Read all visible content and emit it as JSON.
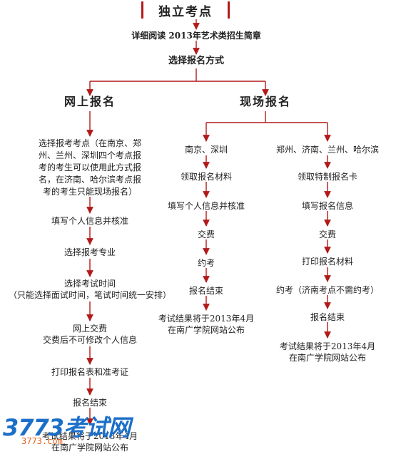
{
  "title": "独立考点",
  "steps_top": {
    "read": "详细阅读 2013年艺术类招生简章",
    "choose_method": "选择报名方式"
  },
  "online": {
    "heading": "网上报名",
    "step1": [
      "选择报考考点（在南京、郑",
      "州、兰州、深圳四个考点报",
      "考的考生可以使用此方式报",
      "名，在济南、哈尔滨考点报",
      "考的考生只能现场报名）"
    ],
    "step2": "填写个人信息并核准",
    "step3": "选择报考专业",
    "step4": [
      "选择考试时间",
      "（只能选择面试时间，笔试时间统一安排）"
    ],
    "step5": [
      "网上交费",
      "交费后不可修改个人信息"
    ],
    "step6": "打印报名表和准考证",
    "step7": "报名结束",
    "step8": [
      "考试结果将于2013年4月",
      "在南广学院网站公布"
    ]
  },
  "onsite": {
    "heading": "现场报名",
    "left": {
      "cities": "南京、深圳",
      "s1": "领取报名材料",
      "s2": "填写个人信息并核准",
      "s3": "交费",
      "s4": "约考",
      "s5": "报名结束",
      "s6": [
        "考试结果将于2013年4月",
        "在南广学院网站公布"
      ]
    },
    "right": {
      "cities": "郑州、济南、兰州、哈尔滨",
      "s1": "领取特制报名卡",
      "s2": "填写报名信息",
      "s3": "交费",
      "s4": "打印报名材料",
      "s5": "约考（济南考点不需约考）",
      "s6": "报名结束",
      "s7": [
        "考试结果将于2013年4月",
        "在南广学院网站公布"
      ]
    }
  },
  "watermark": {
    "logo": "3773考试网",
    "url": "3773.com"
  },
  "colors": {
    "connector": "#b21a1a",
    "watermark_blue": "#1c6fc9",
    "watermark_orange": "#e0621d"
  }
}
